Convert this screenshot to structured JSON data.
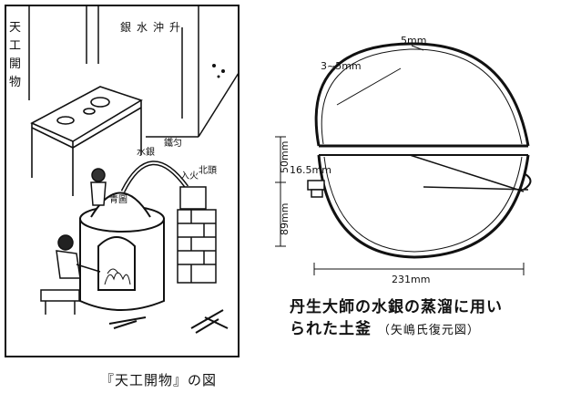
{
  "left_figure": {
    "vertical_title": [
      "天",
      "工",
      "開",
      "物"
    ],
    "top_label": "銀水沖升",
    "pot_label": "青圖",
    "tube_label_left": "水銀",
    "tube_label_right": "鐵匀",
    "furnace_label": "北頭",
    "furnace_label2": "入火"
  },
  "left_caption": "『天工開物』の図",
  "diagram": {
    "label_3_5mm": "3~5mm",
    "label_5mm": "5mm",
    "label_50mm": "50mm",
    "label_16_5mm": "16.5mm",
    "label_89mm": "89mm",
    "label_231mm": "231mm"
  },
  "right_caption": {
    "line1": "丹生大師の水銀の蒸溜に用い",
    "line2_main": "られた土釜",
    "line2_sub": "（矢嶋氏復元図）"
  }
}
